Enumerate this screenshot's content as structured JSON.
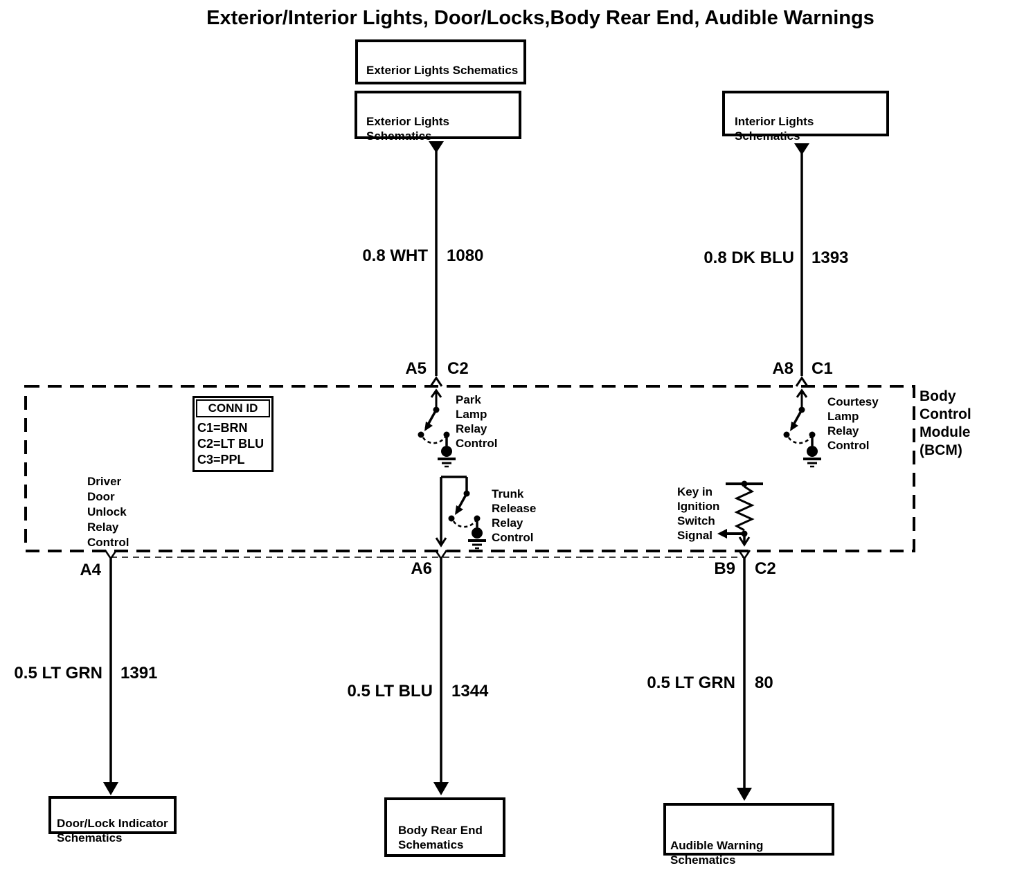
{
  "title": "Exterior/Interior Lights, Door/Locks,Body Rear End, Audible Warnings",
  "ref_boxes": {
    "exterior_top": {
      "label": "Exterior Lights Schematics"
    },
    "exterior_mid": {
      "label": "Exterior Lights Schematics"
    },
    "interior": {
      "label": "Interior Lights Schematics"
    },
    "door_lock": {
      "label": "Door/Lock Indicator\nSchematics"
    },
    "body_rear": {
      "label": "Body Rear End\nSchematics"
    },
    "audible": {
      "label": "Audible Warning Schematics"
    }
  },
  "wire_labels": {
    "exterior": {
      "spec": "0.8 WHT",
      "circuit": "1080"
    },
    "interior": {
      "spec": "0.8 DK BLU",
      "circuit": "1393"
    },
    "door_lock": {
      "spec": "0.5 LT GRN",
      "circuit": "1391"
    },
    "body_rear": {
      "spec": "0.5 LT BLU",
      "circuit": "1344"
    },
    "audible": {
      "spec": "0.5 LT GRN",
      "circuit": "80"
    }
  },
  "pins": {
    "park": {
      "pin": "A5",
      "connector": "C2"
    },
    "courtesy": {
      "pin": "A8",
      "connector": "C1"
    },
    "door_lock": {
      "pin": "A4"
    },
    "trunk": {
      "pin": "A6"
    },
    "key_in": {
      "pin": "B9",
      "connector": "C2"
    }
  },
  "bcm": {
    "name": "Body\nControl\nModule\n(BCM)",
    "conn_id": {
      "header": "CONN ID",
      "rows": [
        "C1=BRN",
        "C2=LT BLU",
        "C3=PPL"
      ]
    },
    "signals": {
      "park": "Park\nLamp\nRelay\nControl",
      "courtesy": "Courtesy\nLamp\nRelay\nControl",
      "driver_door": "Driver\nDoor\nUnlock\nRelay\nControl",
      "trunk": "Trunk\nRelease\nRelay\nControl",
      "key_in": "Key in\nIgnition\nSwitch\nSignal"
    }
  },
  "colors": {
    "ink": "#000000",
    "paper": "#ffffff"
  }
}
